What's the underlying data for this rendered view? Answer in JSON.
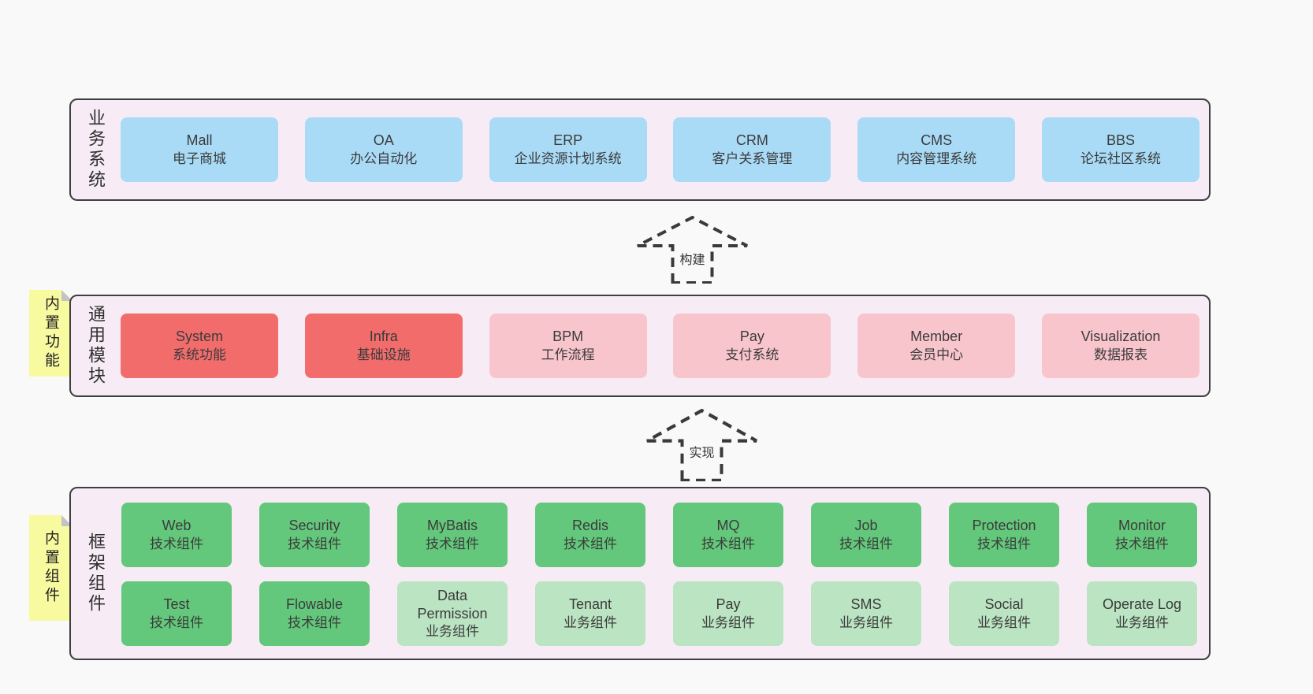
{
  "colors": {
    "page-bg": "#f9f9f9",
    "panel-bg": "#f7ecf5",
    "panel-border": "#3f3f3f",
    "text": "#3b3b3b",
    "box-blue": "#a9dbf7",
    "box-red": "#f26c6c",
    "box-pink": "#f9c5cd",
    "box-green": "#63c87b",
    "box-green-light": "#bae4c2",
    "sticky-yellow": "#f8faa0",
    "sticky-fold": "#c3c3c3",
    "arrow": "#3a3a3a"
  },
  "stickies": [
    {
      "text": "内置功能"
    },
    {
      "text": "内置组件"
    }
  ],
  "arrows": [
    {
      "label": "构建"
    },
    {
      "label": "实现"
    }
  ],
  "layers": [
    {
      "label": "业务系统",
      "boxes": [
        {
          "title": "Mall",
          "subtitle": "电子商城"
        },
        {
          "title": "OA",
          "subtitle": "办公自动化"
        },
        {
          "title": "ERP",
          "subtitle": "企业资源计划系统"
        },
        {
          "title": "CRM",
          "subtitle": "客户关系管理"
        },
        {
          "title": "CMS",
          "subtitle": "内容管理系统"
        },
        {
          "title": "BBS",
          "subtitle": "论坛社区系统"
        }
      ]
    },
    {
      "label": "通用模块",
      "boxes": [
        {
          "title": "System",
          "subtitle": "系统功能"
        },
        {
          "title": "Infra",
          "subtitle": "基础设施"
        },
        {
          "title": "BPM",
          "subtitle": "工作流程"
        },
        {
          "title": "Pay",
          "subtitle": "支付系统"
        },
        {
          "title": "Member",
          "subtitle": "会员中心"
        },
        {
          "title": "Visualization",
          "subtitle": "数据报表"
        }
      ]
    },
    {
      "label": "框架组件",
      "rows": [
        [
          {
            "title": "Web",
            "subtitle": "技术组件"
          },
          {
            "title": "Security",
            "subtitle": "技术组件"
          },
          {
            "title": "MyBatis",
            "subtitle": "技术组件"
          },
          {
            "title": "Redis",
            "subtitle": "技术组件"
          },
          {
            "title": "MQ",
            "subtitle": "技术组件"
          },
          {
            "title": "Job",
            "subtitle": "技术组件"
          },
          {
            "title": "Protection",
            "subtitle": "技术组件"
          },
          {
            "title": "Monitor",
            "subtitle": "技术组件"
          }
        ],
        [
          {
            "title": "Test",
            "subtitle": "技术组件"
          },
          {
            "title": "Flowable",
            "subtitle": "技术组件"
          },
          {
            "title": "Data Permission",
            "subtitle": "业务组件"
          },
          {
            "title": "Tenant",
            "subtitle": "业务组件"
          },
          {
            "title": "Pay",
            "subtitle": "业务组件"
          },
          {
            "title": "SMS",
            "subtitle": "业务组件"
          },
          {
            "title": "Social",
            "subtitle": "业务组件"
          },
          {
            "title": "Operate Log",
            "subtitle": "业务组件"
          }
        ]
      ]
    }
  ]
}
